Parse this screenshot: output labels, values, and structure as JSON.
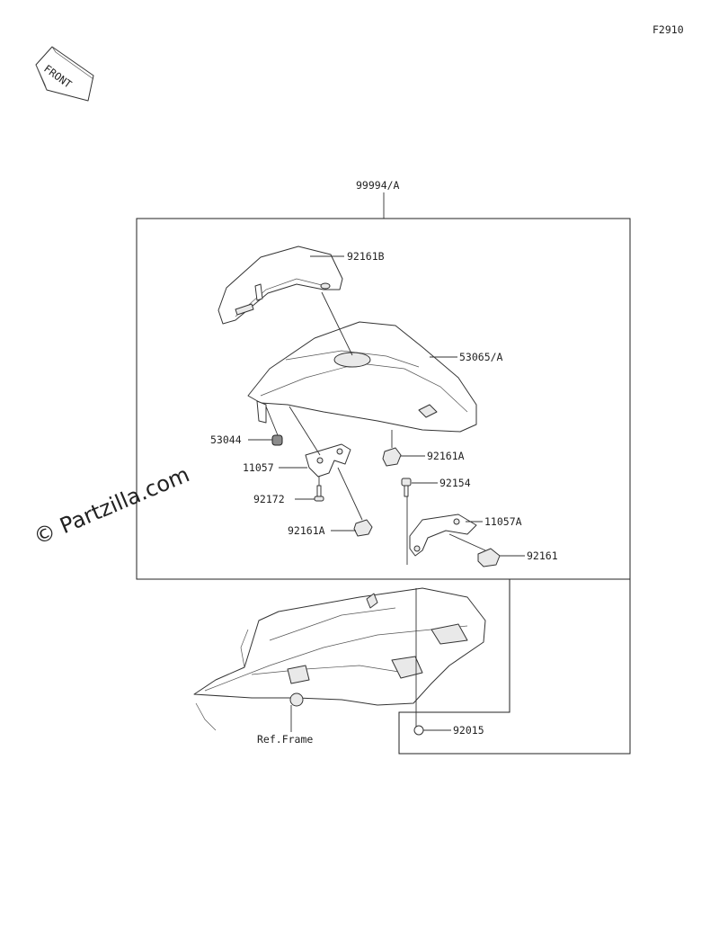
{
  "figure_code": "F2910",
  "front_tag": "FRONT",
  "watermark": "© Partzilla.com",
  "assembly": {
    "part_number": "99994/A"
  },
  "callouts": [
    {
      "id": "c92161B",
      "part_number": "92161B"
    },
    {
      "id": "c53065A",
      "part_number": "53065/A"
    },
    {
      "id": "c53044",
      "part_number": "53044"
    },
    {
      "id": "c92161A_1",
      "part_number": "92161A"
    },
    {
      "id": "c11057",
      "part_number": "11057"
    },
    {
      "id": "c92154",
      "part_number": "92154"
    },
    {
      "id": "c92172",
      "part_number": "92172"
    },
    {
      "id": "c11057A",
      "part_number": "11057A"
    },
    {
      "id": "c92161A_2",
      "part_number": "92161A"
    },
    {
      "id": "c92161",
      "part_number": "92161"
    },
    {
      "id": "c92015",
      "part_number": "92015"
    }
  ],
  "reference": {
    "label": "Ref.Frame"
  }
}
